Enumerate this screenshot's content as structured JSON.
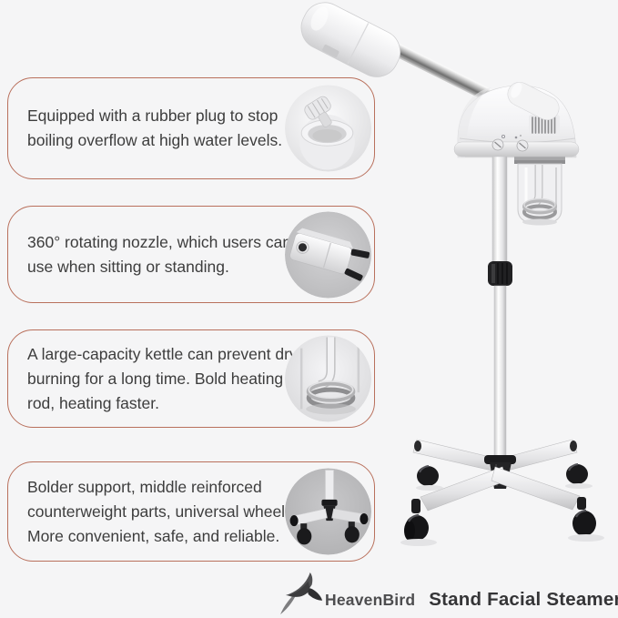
{
  "colors": {
    "background": "#f5f5f6",
    "callout_border": "#b9705c",
    "body_text": "#3d3d3d",
    "brand_text": "#4d4d4f",
    "title_text": "#353537"
  },
  "callouts": {
    "items": [
      {
        "name": "rubber-plug-feature",
        "photo_icon": "rubber-plug-detail-photo",
        "lines": [
          "Equipped with a rubber plug to stop",
          "boiling overflow at high water levels."
        ]
      },
      {
        "name": "rotating-nozzle-feature",
        "photo_icon": "nozzle-detail-photo",
        "lines": [
          "360° rotating nozzle, which users can",
          "use when sitting or standing."
        ]
      },
      {
        "name": "kettle-heating-feature",
        "photo_icon": "heating-rod-detail-photo",
        "lines": [
          "A large-capacity kettle can prevent dry",
          "burning for a long time. Bold heating",
          "rod, heating faster."
        ]
      },
      {
        "name": "base-support-feature",
        "photo_icon": "base-wheel-detail-photo",
        "lines": [
          "Bolder support, middle reinforced",
          "counterweight parts, universal wheel.",
          "More convenient, safe, and reliable."
        ]
      }
    ]
  },
  "branding": {
    "logo_icon": "bird-logo-icon",
    "brand_name": "HeavenBird",
    "product_title": "Stand Facial Steamer"
  }
}
